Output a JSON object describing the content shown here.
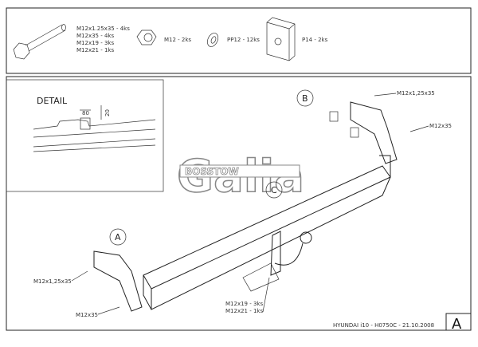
{
  "parts": {
    "bolt_list": [
      "M12x1.25x35 - 4ks",
      "M12x35 - 4ks",
      "M12x19 - 3ks",
      "M12x21 - 1ks"
    ],
    "nut": "M12 - 2ks",
    "washer": "PP12 - 12ks",
    "plate": "P14 - 2ks"
  },
  "detail": {
    "title": "DETAIL",
    "dim_width": "80",
    "dim_height": "20"
  },
  "callouts": {
    "a": "A",
    "b": "B",
    "c": "C",
    "b_bolt1": "M12x1,25x35",
    "b_bolt2": "M12x35",
    "a_bolt1": "M12x1,25x35",
    "a_bolt2": "M12x35",
    "c_bolt1": "M12x19 - 3ks",
    "c_bolt2": "M12x21 - 1ks"
  },
  "logo": {
    "brand": "Galia",
    "sub": "BOSSTOW"
  },
  "title_block": {
    "caption": "HYUNDAI i10 - H0750C - 21.10.2008",
    "sheet": "A"
  }
}
